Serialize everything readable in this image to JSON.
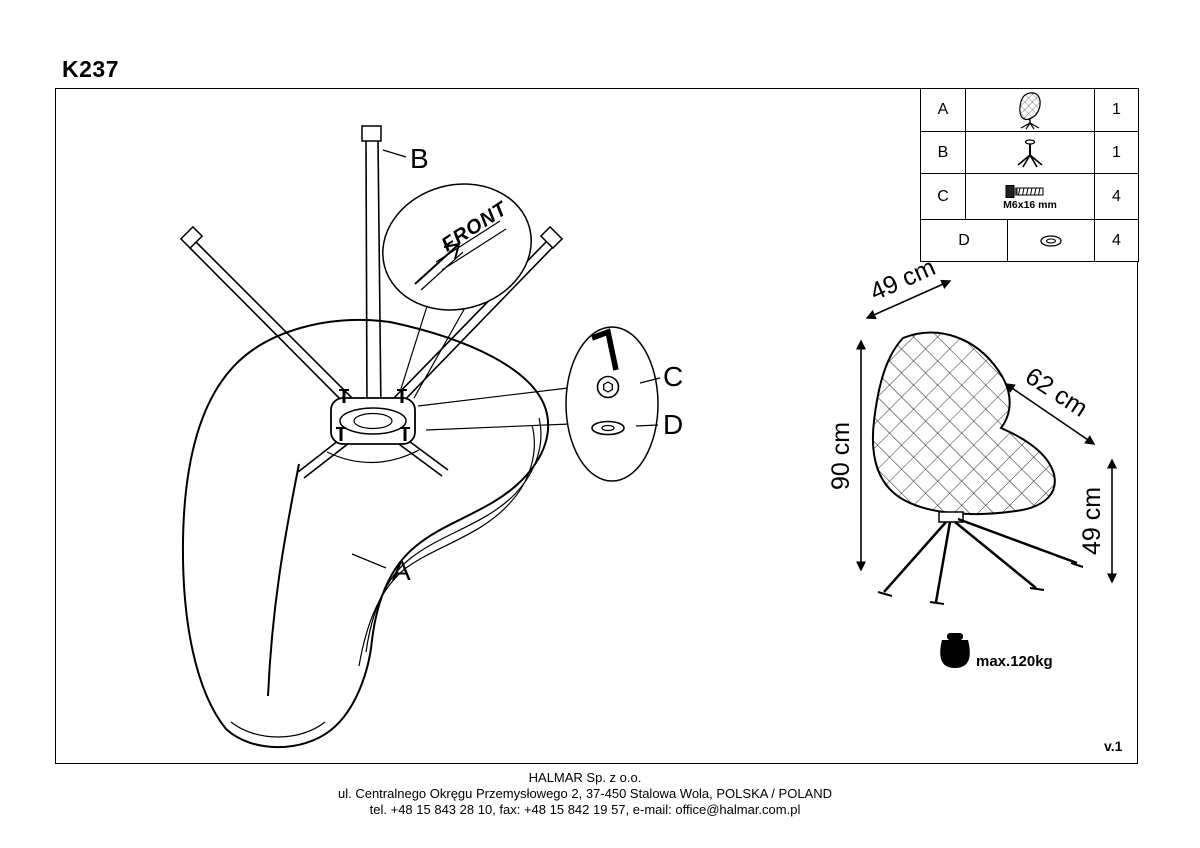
{
  "title": "K237",
  "version": "v.1",
  "exploded_view": {
    "label_a": "A",
    "label_b": "B",
    "label_c": "C",
    "label_d": "D",
    "front_label": "FRONT"
  },
  "parts_table": {
    "rows": [
      {
        "id": "A",
        "icon": "seat-shell-icon",
        "qty": "1"
      },
      {
        "id": "B",
        "icon": "swivel-base-icon",
        "qty": "1"
      },
      {
        "id": "C",
        "icon": "bolt-icon",
        "qty": "4",
        "size_label": "M6x16 mm"
      },
      {
        "id": "D",
        "icon": "washer-icon",
        "qty": "4"
      }
    ]
  },
  "dimensions": {
    "overall_height": "90 cm",
    "seat_width": "49 cm",
    "depth": "62 cm",
    "seat_height": "49 cm",
    "max_load": "max.120kg"
  },
  "footer": {
    "company": "HALMAR Sp. z o.o.",
    "address": "ul. Centralnego Okręgu Przemysłowego 2, 37-450 Stalowa Wola, POLSKA / POLAND",
    "contact": "tel. +48 15 843 28 10, fax: +48 15 842 19 57, e-mail: office@halmar.com.pl"
  }
}
